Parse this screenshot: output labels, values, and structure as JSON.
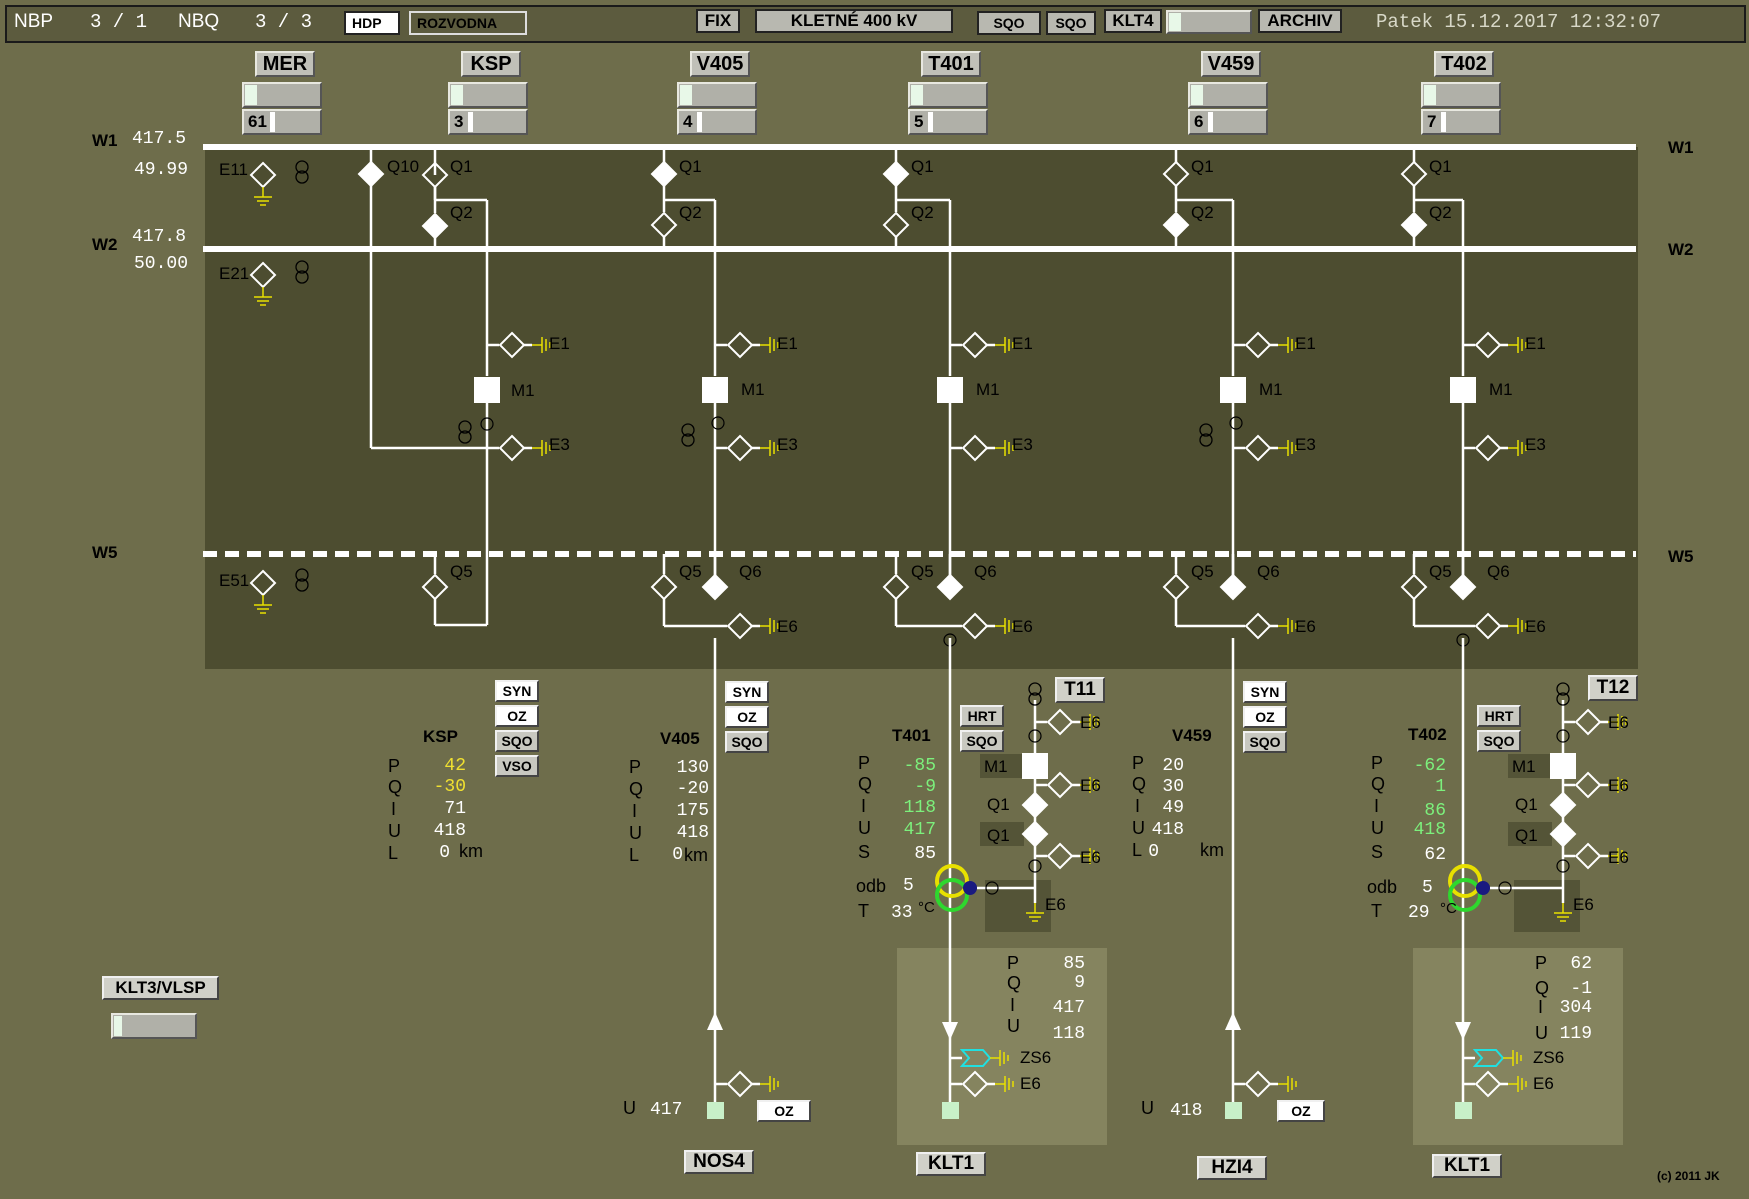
{
  "topbar": {
    "nbp_label": "NBP",
    "nbp_value": "3 /  1",
    "nbq_label": "NBQ",
    "nbq_value": "3 /  3",
    "hdp": "HDP",
    "rozvodna": "ROZVODNA",
    "fix": "FIX",
    "station_name": "KLETNÉ 400 kV",
    "sqo1": "SQO",
    "sqo2": "SQO",
    "klt4": "KLT4",
    "archiv": "ARCHIV",
    "datetime": "Patek 15.12.2017  12:32:07"
  },
  "busbars": {
    "w1": "W1",
    "w1_voltage": "417.5",
    "w1_freq": "49.99",
    "w2": "W2",
    "w2_voltage": "417.8",
    "w2_freq": "50.00",
    "w5": "W5",
    "e11": "E11",
    "e21": "E21",
    "e51": "E51"
  },
  "bays": [
    {
      "title": "MER",
      "num": "61"
    },
    {
      "title": "KSP",
      "num": "3"
    },
    {
      "title": "V405",
      "num": "4"
    },
    {
      "title": "T401",
      "num": "5"
    },
    {
      "title": "V459",
      "num": "6"
    },
    {
      "title": "T402",
      "num": "7"
    }
  ],
  "labels": {
    "q1": "Q1",
    "q2": "Q2",
    "q10": "Q10",
    "q5": "Q5",
    "q6": "Q6",
    "e1": "E1",
    "e3": "E3",
    "e6": "E6",
    "m1": "M1",
    "zs6": "ZS6"
  },
  "buttons": {
    "syn": "SYN",
    "oz": "OZ",
    "sqo": "SQO",
    "vso": "VSO",
    "hrt": "HRT"
  },
  "ksp": {
    "name": "KSP",
    "P": "42",
    "Q": "-30",
    "I": "71",
    "U": "418",
    "L": "0",
    "L_unit": "km"
  },
  "v405": {
    "name": "V405",
    "P": "130",
    "Q": "-20",
    "I": "175",
    "U": "418",
    "L": "0",
    "L_unit": "km",
    "u_bottom_label": "U",
    "u_bottom": "417",
    "dest": "NOS4"
  },
  "t401": {
    "name": "T401",
    "P": "-85",
    "Q": "-9",
    "I": "118",
    "U": "417",
    "S": "85",
    "odb_label": "odb",
    "odb": "5",
    "T_label": "T",
    "T": "33",
    "T_unit": "°C",
    "tr": "T11",
    "lv_P": "85",
    "lv_Q": "9",
    "lv_I": "417",
    "lv_U": "118",
    "dest": "KLT1"
  },
  "v459": {
    "name": "V459",
    "P": "20",
    "Q": "30",
    "I": "49",
    "U": "418",
    "L": "0",
    "L_unit": "km",
    "u_bottom_label": "U",
    "u_bottom": "418",
    "dest": "HZI4"
  },
  "t402": {
    "name": "T402",
    "P": "-62",
    "Q": "1",
    "I": "86",
    "U": "418",
    "S": "62",
    "odb_label": "odb",
    "odb": "5",
    "T_label": "T",
    "T": "29",
    "T_unit": "°C",
    "tr": "T12",
    "lv_P": "62",
    "lv_Q": "-1",
    "lv_I": "304",
    "lv_U": "119",
    "dest": "KLT1"
  },
  "row_labels": {
    "P": "P",
    "Q": "Q",
    "I": "I",
    "U": "U",
    "L": "L",
    "S": "S"
  },
  "klt3": "KLT3/VLSP",
  "copyright": "(c) 2011 JK",
  "colors": {
    "background": "#6e6d4b",
    "panel": "#4d4d30",
    "line": "#ffffff",
    "earth": "#e8e000",
    "positive": "#f0e030",
    "green": "#7cf07c"
  }
}
